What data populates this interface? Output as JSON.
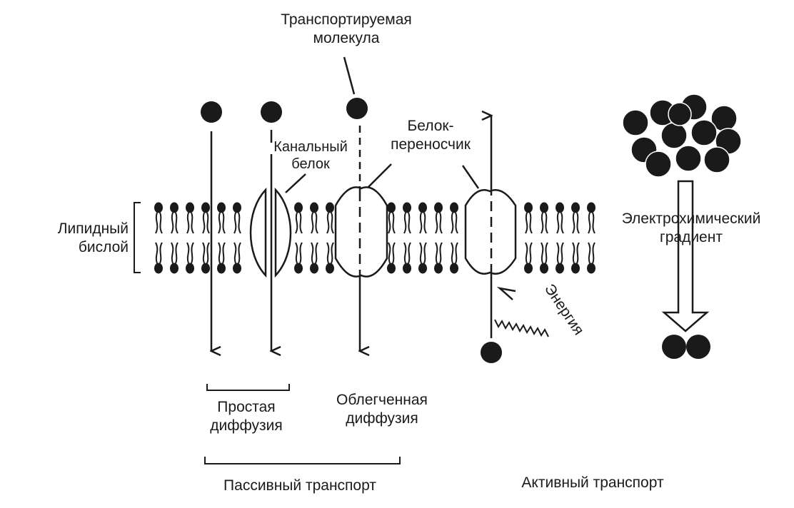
{
  "labels": {
    "transported_molecule": [
      "Транспортируемая",
      "молекула"
    ],
    "lipid_bilayer": [
      "Липидный",
      "бислой"
    ],
    "channel_protein": [
      "Канальный",
      "белок"
    ],
    "carrier_protein": [
      "Белок-",
      "переносчик"
    ],
    "electrochemical_gradient": [
      "Электрохимический",
      "градиент"
    ],
    "energy": "Энергия",
    "simple_diffusion": [
      "Простая",
      "диффузия"
    ],
    "facilitated_diffusion": [
      "Облегченная",
      "диффузия"
    ],
    "passive_transport": "Пассивный транспорт",
    "active_transport": "Активный транспорт"
  },
  "colors": {
    "ink": "#1a1a1a",
    "background": "#ffffff"
  }
}
